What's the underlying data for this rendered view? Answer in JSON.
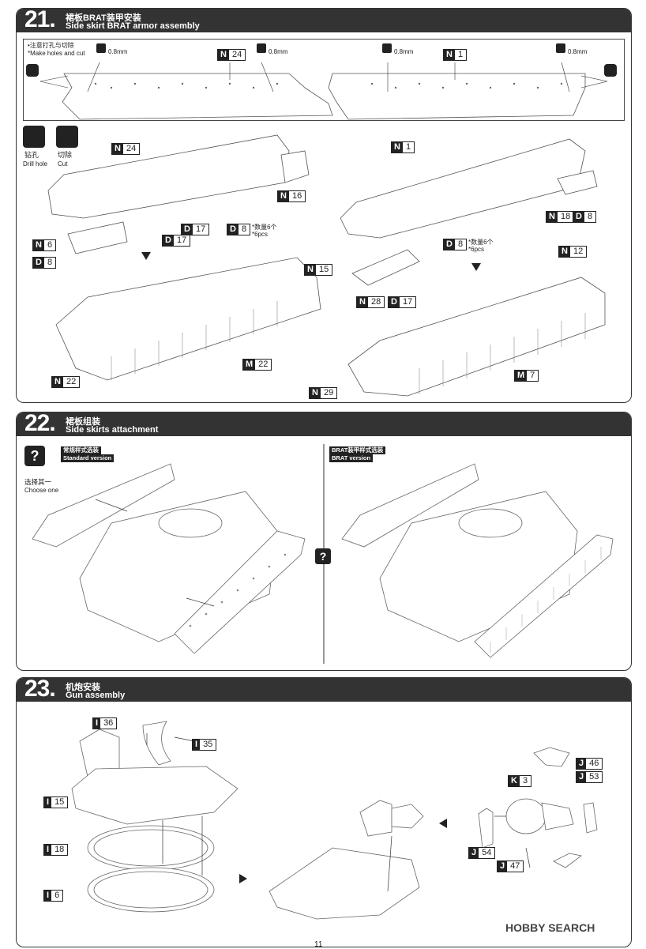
{
  "steps": [
    {
      "num": "21.",
      "zh": "裙板BRAT装甲安装",
      "en": "Side skirt BRAT armor assembly"
    },
    {
      "num": "22.",
      "zh": "裙板组装",
      "en": "Side skirts attachment"
    },
    {
      "num": "23.",
      "zh": "机炮安装",
      "en": "Gun assembly"
    }
  ],
  "step21": {
    "note_zh": "•注意打孔与切除",
    "note_en": "*Make holes and cut",
    "drill_size": "0.8mm",
    "drill_label_zh": "钻孔",
    "drill_label_en": "Drill hole",
    "cut_label_zh": "切除",
    "cut_label_en": "Cut",
    "qty_zh": "*数量6个",
    "qty_en": "*6pcs",
    "parts": [
      {
        "l": "N",
        "n": "24"
      },
      {
        "l": "N",
        "n": "1"
      },
      {
        "l": "N",
        "n": "24"
      },
      {
        "l": "N",
        "n": "16"
      },
      {
        "l": "D",
        "n": "17"
      },
      {
        "l": "D",
        "n": "17"
      },
      {
        "l": "D",
        "n": "8"
      },
      {
        "l": "N",
        "n": "6"
      },
      {
        "l": "D",
        "n": "8"
      },
      {
        "l": "N",
        "n": "15"
      },
      {
        "l": "M",
        "n": "22"
      },
      {
        "l": "N",
        "n": "22"
      },
      {
        "l": "N",
        "n": "1"
      },
      {
        "l": "N",
        "n": "18"
      },
      {
        "l": "D",
        "n": "8"
      },
      {
        "l": "D",
        "n": "8"
      },
      {
        "l": "N",
        "n": "28"
      },
      {
        "l": "D",
        "n": "17"
      },
      {
        "l": "N",
        "n": "12"
      },
      {
        "l": "M",
        "n": "7"
      },
      {
        "l": "N",
        "n": "29"
      }
    ]
  },
  "step22": {
    "standard_zh": "常规样式选装",
    "standard_en": "Standard version",
    "brat_zh": "BRAT装甲样式选装",
    "brat_en": "BRAT version",
    "choose_zh": "选择其一",
    "choose_en": "Choose one"
  },
  "step23": {
    "parts": [
      {
        "l": "I",
        "n": "36"
      },
      {
        "l": "I",
        "n": "35"
      },
      {
        "l": "I",
        "n": "15"
      },
      {
        "l": "I",
        "n": "18"
      },
      {
        "l": "I",
        "n": "6"
      },
      {
        "l": "J",
        "n": "46"
      },
      {
        "l": "K",
        "n": "3"
      },
      {
        "l": "J",
        "n": "53"
      },
      {
        "l": "J",
        "n": "54"
      },
      {
        "l": "J",
        "n": "47"
      }
    ]
  },
  "page_number": "11",
  "watermark": "HOBBY SEARCH",
  "icons": [
    "drill-icon",
    "cut-icon",
    "question-icon"
  ]
}
